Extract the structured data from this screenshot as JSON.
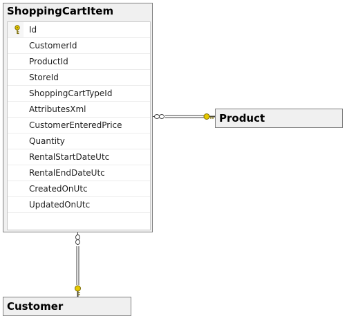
{
  "tables": {
    "shopping_cart_item": {
      "title": "ShoppingCartItem",
      "columns": [
        {
          "name": "Id",
          "is_key": true
        },
        {
          "name": "CustomerId"
        },
        {
          "name": "ProductId"
        },
        {
          "name": "StoreId"
        },
        {
          "name": "ShoppingCartTypeId"
        },
        {
          "name": "AttributesXml"
        },
        {
          "name": "CustomerEnteredPrice"
        },
        {
          "name": "Quantity"
        },
        {
          "name": "RentalStartDateUtc"
        },
        {
          "name": "RentalEndDateUtc"
        },
        {
          "name": "CreatedOnUtc"
        },
        {
          "name": "UpdatedOnUtc"
        }
      ]
    },
    "product": {
      "title": "Product"
    },
    "customer": {
      "title": "Customer"
    }
  },
  "relationships": [
    {
      "from": "ShoppingCartItem",
      "to": "Product",
      "many_end": "ShoppingCartItem",
      "one_end": "Product"
    },
    {
      "from": "ShoppingCartItem",
      "to": "Customer",
      "many_end": "ShoppingCartItem",
      "one_end": "Customer"
    }
  ],
  "colors": {
    "key_icon": "#e6c800",
    "line": "#404040",
    "title_bg": "#f0f0f0"
  }
}
